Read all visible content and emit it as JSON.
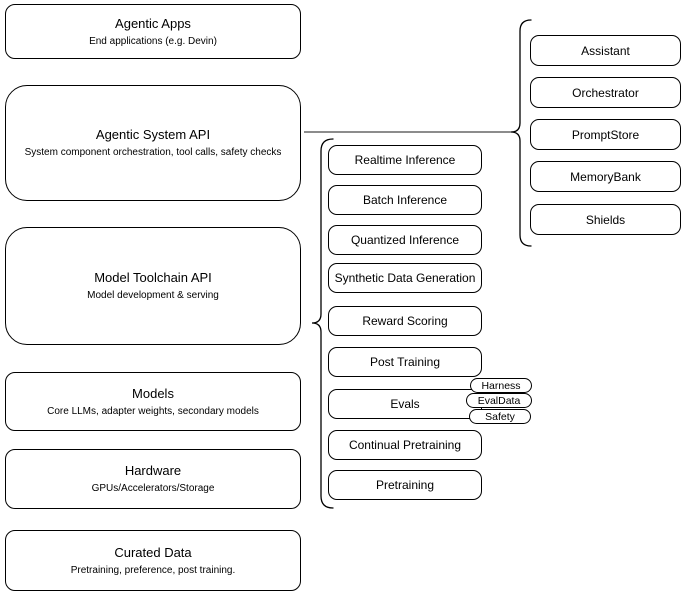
{
  "diagram_title": "Agentic system architecture stack",
  "colors": {
    "background": "#ffffff",
    "node_fill": "#ffffff",
    "node_border": "#000000",
    "text": "#000000",
    "connector": "#666666",
    "brace": "#000000"
  },
  "left_stack": [
    {
      "title": "Agentic Apps",
      "subtitle": "End applications (e.g. Devin)"
    },
    {
      "title": "Agentic System API",
      "subtitle": "System component orchestration, tool calls, safety checks"
    },
    {
      "title": "Model Toolchain API",
      "subtitle": "Model development & serving"
    },
    {
      "title": "Models",
      "subtitle": "Core LLMs, adapter weights, secondary models"
    },
    {
      "title": "Hardware",
      "subtitle": "GPUs/Accelerators/Storage"
    },
    {
      "title": "Curated Data",
      "subtitle": "Pretraining, preference, post training."
    }
  ],
  "toolchain_group": {
    "items": [
      {
        "label": "Realtime Inference"
      },
      {
        "label": "Batch Inference"
      },
      {
        "label": "Quantized Inference"
      },
      {
        "label": "Synthetic Data Generation"
      },
      {
        "label": "Reward Scoring"
      },
      {
        "label": "Post Training"
      },
      {
        "label": "Evals"
      },
      {
        "label": "Continual Pretraining"
      },
      {
        "label": "Pretraining"
      }
    ],
    "eval_tags": [
      {
        "label": "Harness"
      },
      {
        "label": "EvalData"
      },
      {
        "label": "Safety"
      }
    ]
  },
  "system_group": {
    "items": [
      {
        "label": "Assistant"
      },
      {
        "label": "Orchestrator"
      },
      {
        "label": "PromptStore"
      },
      {
        "label": "MemoryBank"
      },
      {
        "label": "Shields"
      }
    ]
  }
}
